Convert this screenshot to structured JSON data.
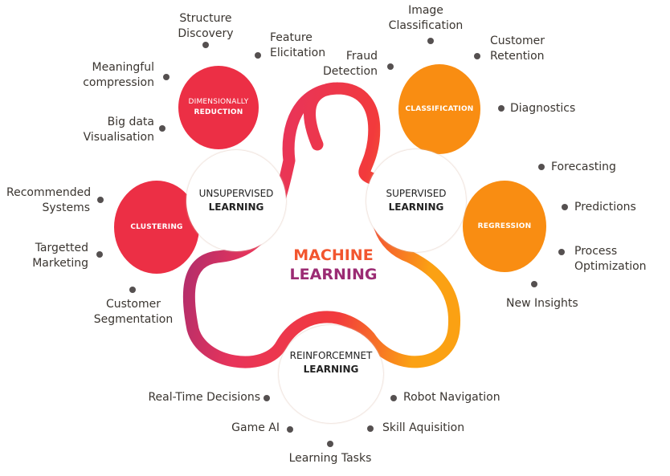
{
  "title": {
    "line1": "MACHINE",
    "line2": "LEARNING"
  },
  "colors": {
    "red": "#ec2f45",
    "orange": "#f98d12",
    "purple": "#9b2b73",
    "pink": "#e8345a",
    "dot": "#555050"
  },
  "hubs": {
    "unsupervised": {
      "line1": "UNSUPERVISED",
      "line2": "LEARNING"
    },
    "supervised": {
      "line1": "SUPERVISED",
      "line2": "LEARNING"
    },
    "reinforcement": {
      "line1": "REINFORCEMNET",
      "line2": "LEARNING"
    }
  },
  "bubbles": {
    "dimensionality": {
      "line1": "DIMENSIONALLY",
      "line2": "REDUCTION"
    },
    "clustering": {
      "label": "CLUSTERING"
    },
    "classification": {
      "label": "CLASSIFICATION"
    },
    "regression": {
      "label": "REGRESSION"
    }
  },
  "dimensionality_items": [
    {
      "line1": "Structure",
      "line2": "Discovery"
    },
    {
      "line1": "Feature",
      "line2": "Elicitation"
    },
    {
      "line1": "Meaningful",
      "line2": "compression"
    },
    {
      "line1": "Big data",
      "line2": "Visualisation"
    }
  ],
  "clustering_items": [
    {
      "line1": "Recommended",
      "line2": "Systems"
    },
    {
      "line1": "Targetted",
      "line2": "Marketing"
    },
    {
      "line1": "Customer",
      "line2": "Segmentation"
    }
  ],
  "classification_items": [
    {
      "line1": "Image",
      "line2": "Classification"
    },
    {
      "line1": "Fraud",
      "line2": "Detection"
    },
    {
      "line1": "Customer",
      "line2": "Retention"
    },
    {
      "line1": "Diagnostics",
      "line2": ""
    }
  ],
  "regression_items": [
    {
      "line1": "Forecasting",
      "line2": ""
    },
    {
      "line1": "Predictions",
      "line2": ""
    },
    {
      "line1": "Process",
      "line2": "Optimization"
    },
    {
      "line1": "New Insights",
      "line2": ""
    }
  ],
  "reinforcement_items": [
    {
      "label": "Real-Time Decisions"
    },
    {
      "label": "Robot Navigation"
    },
    {
      "label": "Game AI"
    },
    {
      "label": "Skill Aquisition"
    },
    {
      "label": "Learning Tasks"
    }
  ]
}
